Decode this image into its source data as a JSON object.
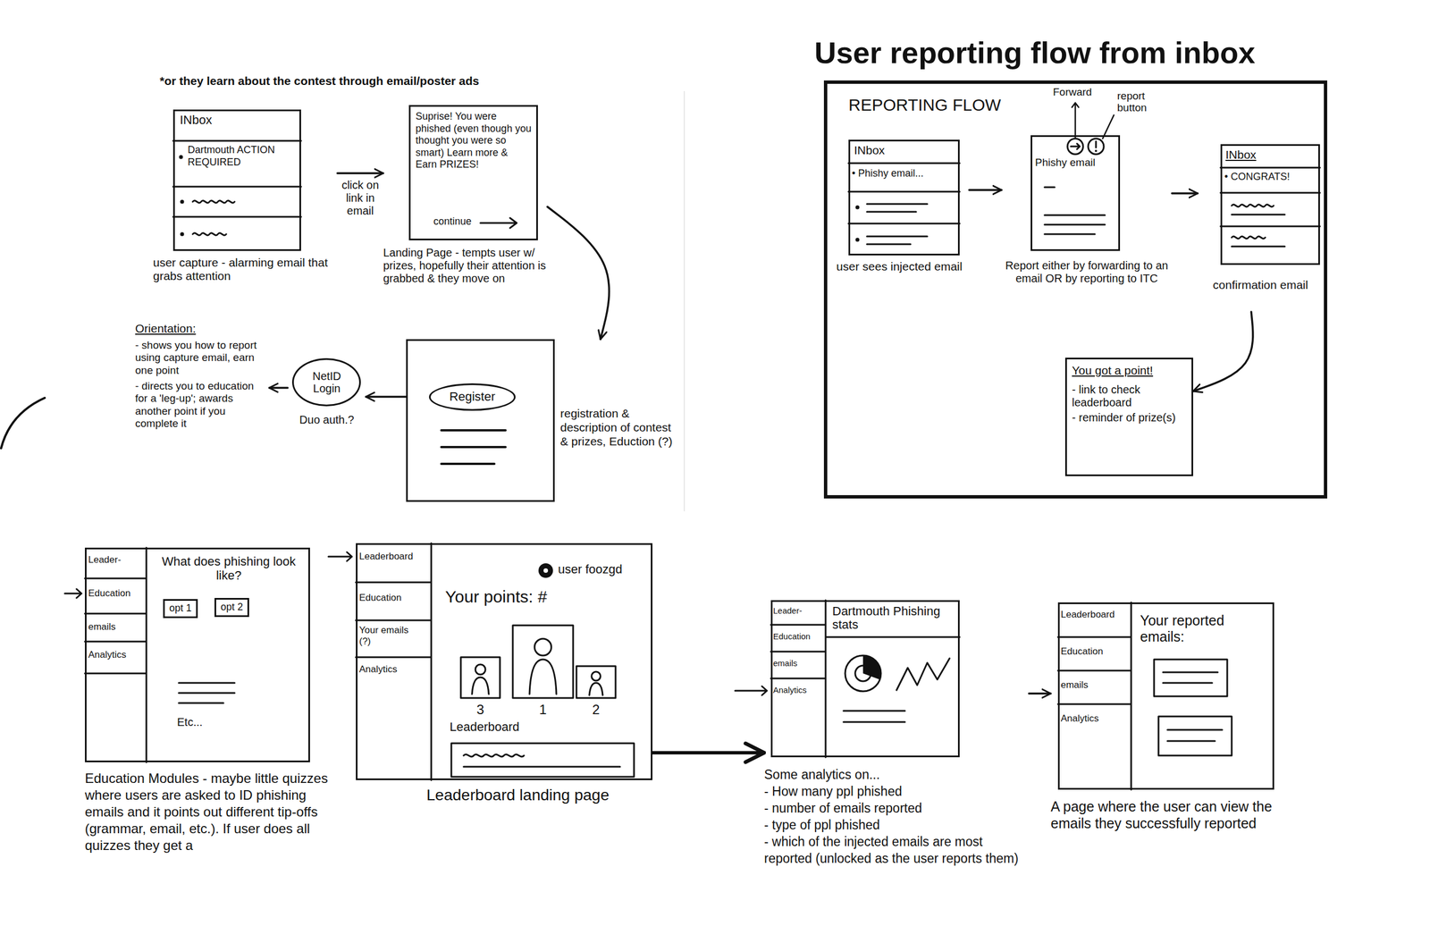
{
  "diagram": {
    "title": "User reporting flow from inbox",
    "nodes": [
      {
        "text": [
          "INbox",
          "Dartmouth ACTION REQUIRED",
          "user capture - alarming email that grabs attention"
        ]
      },
      {
        "text": [
          "Suprise! You were phished (even though you thought you were so smart) Learn more & Earn PRIZES!",
          "continue",
          "Landing Page - tempts user w/ prizes, hopefully their attention is grabbed & they move on"
        ]
      },
      {
        "text": [
          "registration & description of contest & prizes, Eduction (?)"
        ]
      },
      {
        "text": [
          "Register"
        ],
        "in": 2
      },
      {
        "text": [
          "NetID Login",
          "Duo auth.?"
        ]
      },
      {
        "text": [
          "Orientation:",
          "- shows you how to report using capture email, earn one point",
          "- directs you to education for a 'leg-up'; awards another point if you complete it"
        ]
      },
      {
        "text": [
          "REPORTING FLOW"
        ]
      },
      {
        "text": [
          "INbox",
          "• Phishy email...",
          "user sees injected email"
        ],
        "in": 6
      },
      {
        "text": [
          "Phishy email",
          "Report either by forwarding to an email OR by reporting to ITC"
        ],
        "in": 6
      },
      {
        "text": [
          "INbox",
          "• CONGRATS!",
          "confirmation email"
        ],
        "in": 6
      },
      {
        "text": [
          "You got a point!",
          "- link to check leaderboard",
          "- reminder of prize(s)"
        ],
        "in": 6
      },
      {
        "text": [
          "Leader-",
          "Education",
          "emails",
          "Analytics",
          "What does phishing look like?",
          "opt 1",
          "opt 2",
          "Etc...",
          "Education Modules - maybe little quizzes where users are asked to ID phishing emails and it points out different tip-offs (grammar, email, etc.). If user does all quizzes they get a"
        ]
      },
      {
        "text": [
          "Leaderboard",
          "Education",
          "Your emails (?)",
          "Analytics",
          "user foozgd",
          "Your points: #",
          "3",
          "1",
          "2",
          "Leaderboard",
          "Leaderboard landing page"
        ]
      },
      {
        "text": [
          "Leader-",
          "Education",
          "emails",
          "Analytics",
          "Dartmouth Phishing stats",
          "Some analytics on...",
          "- How many ppl phished",
          "- number of emails reported",
          "- type of ppl phished",
          "- which of the injected emails are most reported (unlocked as the user reports them)"
        ]
      },
      {
        "text": [
          "Leaderboard",
          "Education",
          "emails",
          "Analytics",
          "Your reported emails:",
          "A page where the user can view the emails they successfully reported"
        ]
      }
    ],
    "edges": [
      {
        "from": 0,
        "to": 1,
        "arrow": "to",
        "label": "click on link in email"
      },
      {
        "from": 1,
        "to": 2,
        "arrow": "to"
      },
      {
        "from": 2,
        "to": 4,
        "arrow": "to"
      },
      {
        "from": 4,
        "to": 5,
        "arrow": "to"
      },
      {
        "from": 7,
        "to": 8,
        "arrow": "to"
      },
      {
        "from": 8,
        "to": 9,
        "arrow": "to"
      },
      {
        "from": 9,
        "to": 10,
        "arrow": "to"
      },
      {
        "from": 12,
        "to": 13,
        "arrow": "to"
      },
      {
        "from": 13,
        "to": 14,
        "arrow": "to"
      }
    ],
    "labels": [
      "*or they learn about the contest through email/poster ads",
      "Forward",
      "report button"
    ]
  }
}
